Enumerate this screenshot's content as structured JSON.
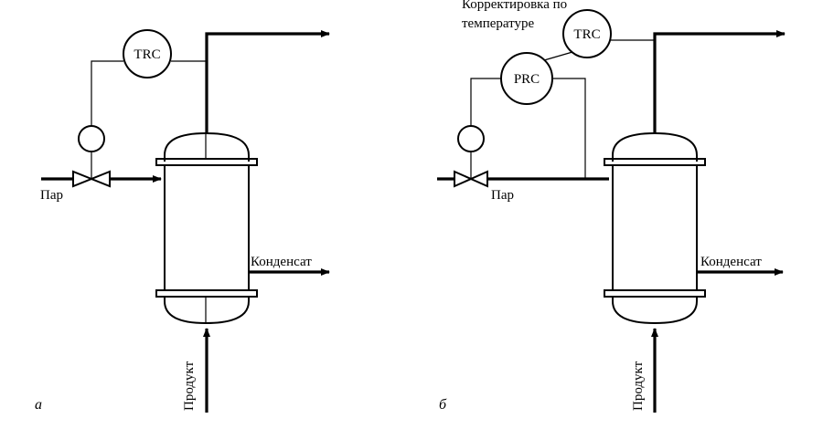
{
  "diagram_a": {
    "label": "а",
    "controller": "TRC",
    "steam": "Пар",
    "condensate": "Конденсат",
    "product": "Продукт"
  },
  "diagram_b": {
    "label": "б",
    "correction_line1": "Корректировка по",
    "correction_line2": "температуре",
    "controller_trc": "TRC",
    "controller_prc": "PRC",
    "steam": "Пар",
    "condensate": "Конденсат",
    "product": "Продукт"
  },
  "colors": {
    "line": "#000000",
    "background": "#ffffff"
  }
}
